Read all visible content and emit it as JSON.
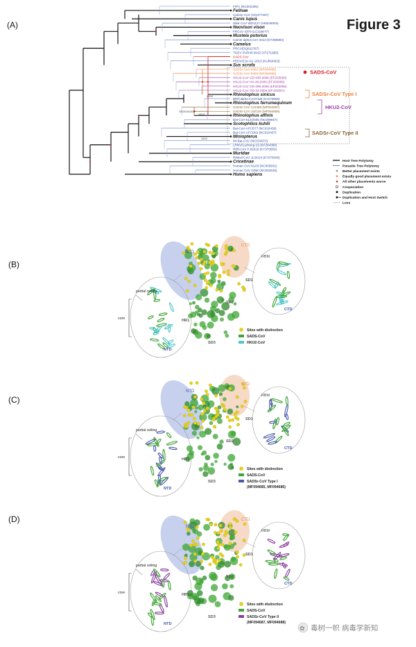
{
  "figure": {
    "title": "Figure 3",
    "panel_labels": [
      "(A)",
      "(B)",
      "(C)",
      "(D)"
    ]
  },
  "tree": {
    "taxa": [
      {
        "label": "FIPV (NC002306)",
        "kind": "virus"
      },
      {
        "label": "Felinae",
        "kind": "host"
      },
      {
        "label": "Canine CoV (GQ477367)",
        "kind": "virus"
      },
      {
        "label": "Canis lupus",
        "kind": "host"
      },
      {
        "label": "Mink CoV WD1127 (HM245925)",
        "kind": "virus"
      },
      {
        "label": "Neovison vison",
        "kind": "host"
      },
      {
        "label": "FRCoV 4370 (LC119077)",
        "kind": "virus"
      },
      {
        "label": "Mustela putorius",
        "kind": "host"
      },
      {
        "label": "Camel alpha-CoV 2014 (KT368894)",
        "kind": "virus"
      },
      {
        "label": "Camelus",
        "kind": "host"
      },
      {
        "label": "PRCV(DQ811787)",
        "kind": "virus"
      },
      {
        "label": "TGEV PUR46 MAD (AT271965)",
        "kind": "virus"
      },
      {
        "label": "SADS CoV",
        "kind": "sads"
      },
      {
        "label": "PEDV/ZJU-G1-2013 (KU664503)",
        "kind": "virus"
      },
      {
        "label": "Sus scrofa",
        "kind": "host"
      },
      {
        "label": "SADSr-CoV 8462 (MF094685)",
        "kind": "typeI"
      },
      {
        "label": "SADSr-CoV 8466 (MF094686)",
        "kind": "typeI"
      },
      {
        "label": "HKU2-CoV GD-430-2006 (EF203064)",
        "kind": "hku2"
      },
      {
        "label": "HKU2-CoV HK-46-2006 (EF203065)",
        "kind": "hku2"
      },
      {
        "label": "HKU2-CoV GD-298-2006 (EF203066)",
        "kind": "hku2"
      },
      {
        "label": "HKU2-CoV GD-33-2006 (EF203067)",
        "kind": "hku2"
      },
      {
        "label": "Rhinolophus sinicus",
        "kind": "host"
      },
      {
        "label": "BtRf-alpha-CoV/HuB (KJ473808)",
        "kind": "virus"
      },
      {
        "label": "Rhinolophus ferrumequinum",
        "kind": "host"
      },
      {
        "label": "SADSr-CoV 141388 (MF094687)",
        "kind": "typeII"
      },
      {
        "label": "SADSr-CoV 162140 (MF094688)",
        "kind": "typeII"
      },
      {
        "label": "Rhinolophus affinis",
        "kind": "host"
      },
      {
        "label": "Bat-CoV-512/2005 (NC009657)",
        "kind": "virus"
      },
      {
        "label": "Scotophilus kuhlii",
        "kind": "host"
      },
      {
        "label": "Bat-CoV-AFCD77 (NC010438)",
        "kind": "virus"
      },
      {
        "label": "Bat-CoV-AFCD62 (NC010437)",
        "kind": "virus"
      },
      {
        "label": "Miniopterus",
        "kind": "host"
      },
      {
        "label": "MI-Bat-CoV (NC034972)",
        "kind": "virus"
      },
      {
        "label": "LRNV/Lucheng-19 (KF294380)",
        "kind": "virus"
      },
      {
        "label": "RtRl-CoV FJ/2015 (KY370050)",
        "kind": "virus"
      },
      {
        "label": "Muridae",
        "kind": "host"
      },
      {
        "label": "RtMruf-CoV JL/2014 (KY370045)",
        "kind": "virus"
      },
      {
        "label": "Cricetinae",
        "kind": "host"
      },
      {
        "label": "Human CoV NL63 (NC005831)",
        "kind": "virus"
      },
      {
        "label": "Human CoV 229E (NC002645)",
        "kind": "virus"
      },
      {
        "label": "Homo sapiens",
        "kind": "host"
      }
    ],
    "groups": {
      "sads": "SADS-CoV",
      "type1": "SADSr-CoV Type I",
      "hku2": "HKU2-CoV",
      "type2": "SADSr-CoV Type II"
    },
    "node_labels": [
      "10/10",
      "10/10/10/10/10",
      "10/10",
      "10/10"
    ],
    "legend": [
      {
        "label": "Host Tree Polytomy",
        "sym": "black-line"
      },
      {
        "label": "Parasite Tree Polytomy",
        "sym": "blue-line"
      },
      {
        "label": "Better placement exists",
        "sym": "dot-grey"
      },
      {
        "label": "Equally good placement exists",
        "sym": "dot-orange"
      },
      {
        "label": "All other placements worse",
        "sym": "dot-red"
      },
      {
        "label": "Cospeciation",
        "sym": "circle-open"
      },
      {
        "label": "Duplication",
        "sym": "dot-black"
      },
      {
        "label": "Duplication and Host Switch",
        "sym": "dot-black-arrow"
      },
      {
        "label": "Loss",
        "sym": "dash"
      }
    ],
    "colors": {
      "virus": "#2f50a8",
      "host": "#111111",
      "sads": "#d21f26",
      "typeI": "#ee7d3a",
      "hku2": "#9b3fa6",
      "typeII": "#8a6232"
    }
  },
  "panelB": {
    "domains": {
      "ntd": "NTD",
      "ctd": "CTD",
      "rbm": "RBM",
      "sd1": "SD1",
      "sd2": "SD2",
      "sd3": "SD3",
      "hr1": "HR1",
      "ntd2": "NTD",
      "ctd2": "CTD"
    },
    "callouts": {
      "ceiling": "partial ceiling",
      "core": "core"
    },
    "legend": [
      "Sites with distinction",
      "SADS-CoV",
      "HKU2-CoV"
    ]
  },
  "panelC": {
    "domains": {
      "ntd": "NTD",
      "ctd": "CTD",
      "rbm": "RBM",
      "sd1": "SD1",
      "sd2": "SD2",
      "sd3": "SD3",
      "hr1": "HR1",
      "ntd2": "NTD",
      "ctd2": "CTD"
    },
    "callouts": {
      "ceiling": "partial ceiling",
      "core": "core"
    },
    "legend": [
      "Sites with distinction",
      "SADS-CoV",
      "SADSr-CoV Type I",
      "(MF094685, MF094686)"
    ]
  },
  "panelD": {
    "domains": {
      "ntd": "NTD",
      "ctd": "CTD",
      "rbm": "RBM",
      "sd1": "SD1",
      "sd2": "SD2",
      "sd3": "SD3",
      "hr1": "HR1",
      "ntd2": "NTD",
      "ctd2": "CTD"
    },
    "callouts": {
      "ceiling": "partial ceiling",
      "core": "core"
    },
    "legend": [
      "Sites with distinction",
      "SADS-CoV",
      "SADSr-CoV Type II",
      "(MF094687, MF094688)"
    ]
  },
  "watermark": "毒树一帜 病毒学新知",
  "structure_colors": {
    "sads": "#3fa535",
    "hku2": "#4ec7c9",
    "typeI": "#4a5aa8",
    "typeII": "#8a3d9e",
    "sites": "#e6d21a"
  }
}
